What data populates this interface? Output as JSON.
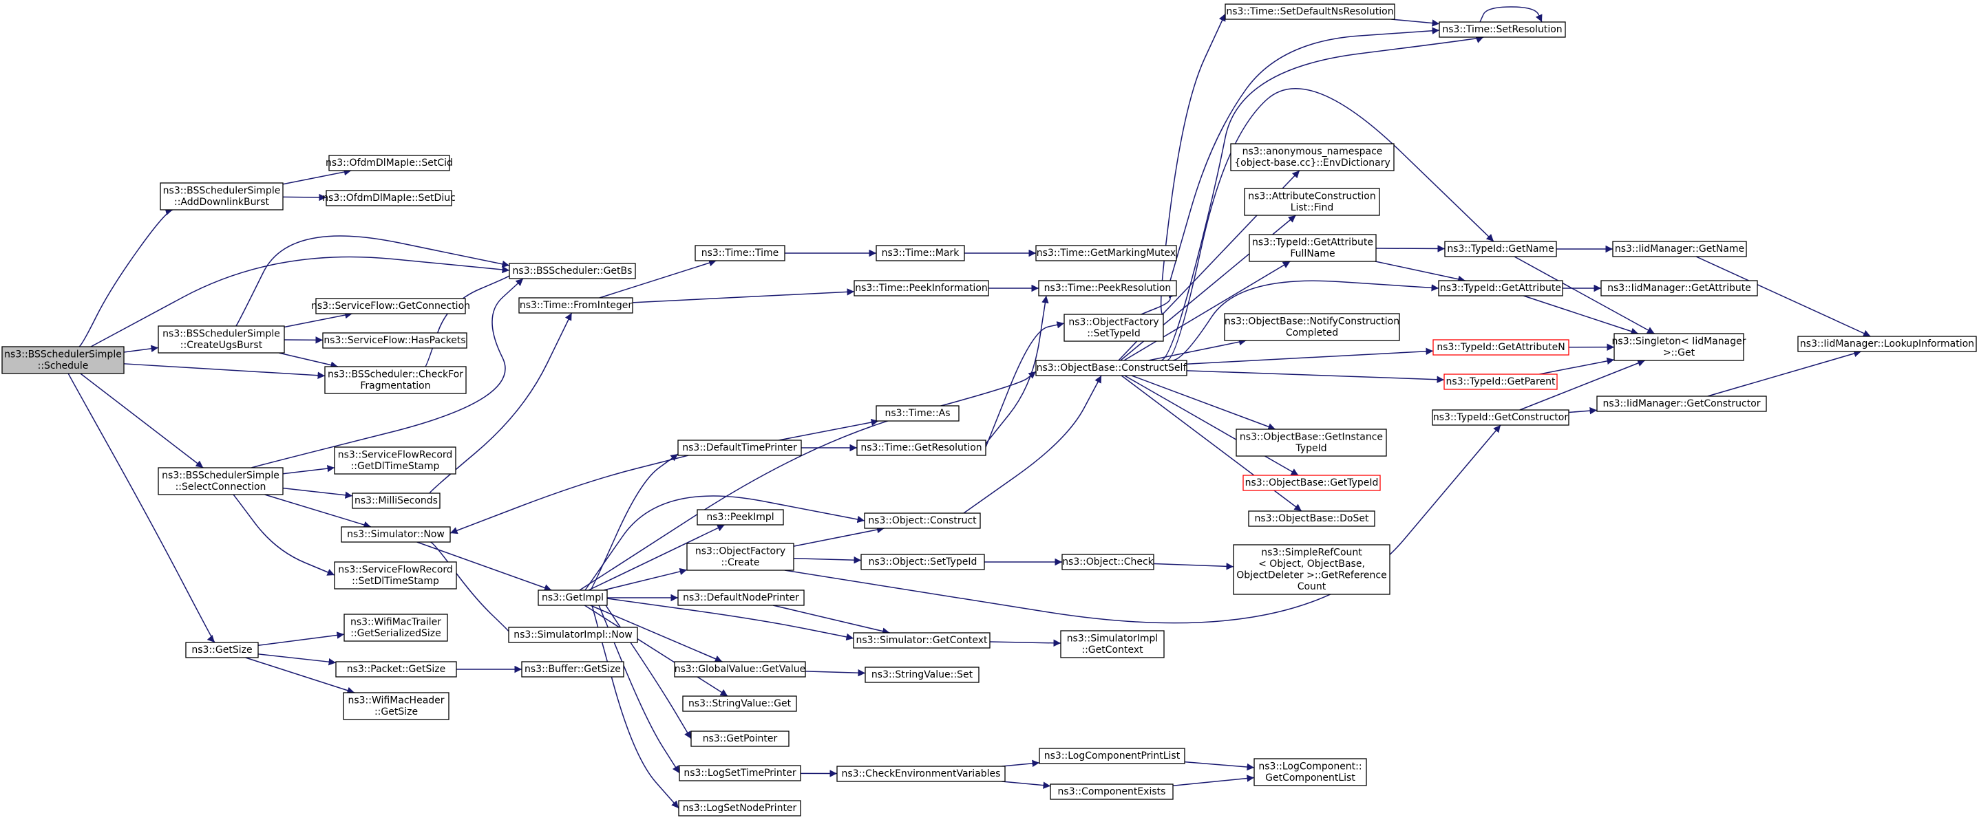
{
  "colors": {
    "edge": "#191970",
    "root_fill": "#bfbfbf",
    "node_border": "#000000",
    "error_border": "#ff0000"
  },
  "nodes": {
    "root": [
      "ns3::BSSchedulerSimple",
      "::Schedule"
    ],
    "addDownlinkBurst": [
      "ns3::BSSchedulerSimple",
      "::AddDownlinkBurst"
    ],
    "setCid": [
      "ns3::OfdmDlMapIe::SetCid"
    ],
    "setDiuc": [
      "ns3::OfdmDlMapIe::SetDiuc"
    ],
    "getBs": [
      "ns3::BSScheduler::GetBs"
    ],
    "createUgsBurst": [
      "ns3::BSSchedulerSimple",
      "::CreateUgsBurst"
    ],
    "sfGetConnection": [
      "ns3::ServiceFlow::GetConnection"
    ],
    "sfHasPackets": [
      "ns3::ServiceFlow::HasPackets"
    ],
    "checkForFrag": [
      "ns3::BSScheduler::CheckFor",
      "Fragmentation"
    ],
    "selectConnection": [
      "ns3::BSSchedulerSimple",
      "::SelectConnection"
    ],
    "sfrGetDl": [
      "ns3::ServiceFlowRecord",
      "::GetDlTimeStamp"
    ],
    "milliSeconds": [
      "ns3::MilliSeconds"
    ],
    "simNow": [
      "ns3::Simulator::Now"
    ],
    "sfrSetDl": [
      "ns3::ServiceFlowRecord",
      "::SetDlTimeStamp"
    ],
    "getSize": [
      "ns3::GetSize"
    ],
    "wifiTrailer": [
      "ns3::WifiMacTrailer",
      "::GetSerializedSize"
    ],
    "packetGetSize": [
      "ns3::Packet::GetSize"
    ],
    "wifiHeader": [
      "ns3::WifiMacHeader",
      "::GetSize"
    ],
    "bufferGetSize": [
      "ns3::Buffer::GetSize"
    ],
    "fromInteger": [
      "ns3::Time::FromInteger"
    ],
    "timeTime": [
      "ns3::Time::Time"
    ],
    "timeMark": [
      "ns3::Time::Mark"
    ],
    "getMarkingMutex": [
      "ns3::Time::GetMarkingMutex"
    ],
    "peekInformation": [
      "ns3::Time::PeekInformation"
    ],
    "peekResolution": [
      "ns3::Time::PeekResolution"
    ],
    "defaultTimePrinter": [
      "ns3::DefaultTimePrinter"
    ],
    "timeAs": [
      "ns3::Time::As"
    ],
    "getResolution": [
      "ns3::Time::GetResolution"
    ],
    "peekImpl": [
      "ns3::PeekImpl"
    ],
    "getImpl": [
      "ns3::GetImpl"
    ],
    "simImplNow": [
      "ns3::SimulatorImpl::Now"
    ],
    "ofCreate": [
      "ns3::ObjectFactory",
      "::Create"
    ],
    "defaultNodePrinter": [
      "ns3::DefaultNodePrinter"
    ],
    "gvGetValue": [
      "ns3::GlobalValue::GetValue"
    ],
    "svGet": [
      "ns3::StringValue::Get"
    ],
    "getPointer": [
      "ns3::GetPointer"
    ],
    "logSetTimePrinter": [
      "ns3::LogSetTimePrinter"
    ],
    "logSetNodePrinter": [
      "ns3::LogSetNodePrinter"
    ],
    "objConstruct": [
      "ns3::Object::Construct"
    ],
    "objSetTypeId": [
      "ns3::Object::SetTypeId"
    ],
    "objCheck": [
      "ns3::Object::Check"
    ],
    "simGetContext": [
      "ns3::Simulator::GetContext"
    ],
    "simImplGetContext": [
      "ns3::SimulatorImpl",
      "::GetContext"
    ],
    "svSet": [
      "ns3::StringValue::Set"
    ],
    "checkEnvVars": [
      "ns3::CheckEnvironmentVariables"
    ],
    "logCompPrintList": [
      "ns3::LogComponentPrintList"
    ],
    "componentExists": [
      "ns3::ComponentExists"
    ],
    "getComponentList": [
      "ns3::LogComponent::",
      "GetComponentList"
    ],
    "ofSetTypeId": [
      "ns3::ObjectFactory",
      "::SetTypeId"
    ],
    "constructSelf": [
      "ns3::ObjectBase::ConstructSelf"
    ],
    "setDefaultNsRes": [
      "ns3::Time::SetDefaultNsResolution"
    ],
    "setResolution": [
      "ns3::Time::SetResolution"
    ],
    "envDictionary": [
      "ns3::anonymous_namespace",
      "{object-base.cc}::EnvDictionary"
    ],
    "acListFind": [
      "ns3::AttributeConstruction",
      "List::Find"
    ],
    "getAttrFullName": [
      "ns3::TypeId::GetAttribute",
      "FullName"
    ],
    "notifyCompleted": [
      "ns3::ObjectBase::NotifyConstruction",
      "Completed"
    ],
    "getAttributeN": [
      "ns3::TypeId::GetAttributeN"
    ],
    "getParent": [
      "ns3::TypeId::GetParent"
    ],
    "getInstanceTypeId": [
      "ns3::ObjectBase::GetInstance",
      "TypeId"
    ],
    "obGetTypeId": [
      "ns3::ObjectBase::GetTypeId"
    ],
    "obDoSet": [
      "ns3::ObjectBase::DoSet"
    ],
    "simpleRefCount": [
      "ns3::SimpleRefCount",
      "< Object, ObjectBase,",
      "ObjectDeleter >::GetReference",
      "Count"
    ],
    "tidGetName": [
      "ns3::TypeId::GetName"
    ],
    "tidGetAttribute": [
      "ns3::TypeId::GetAttribute"
    ],
    "tidGetConstructor": [
      "ns3::TypeId::GetConstructor"
    ],
    "iidGetName": [
      "ns3::IidManager::GetName"
    ],
    "iidGetAttribute": [
      "ns3::IidManager::GetAttribute"
    ],
    "singletonGet": [
      "ns3::Singleton< IidManager",
      ">::Get"
    ],
    "iidGetConstructor": [
      "ns3::IidManager::GetConstructor"
    ],
    "iidLookup": [
      "ns3::IidManager::LookupInformation"
    ]
  }
}
